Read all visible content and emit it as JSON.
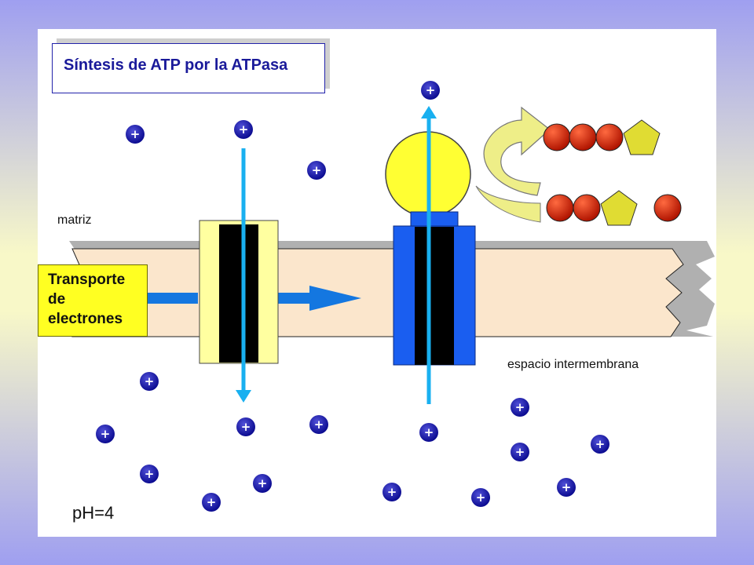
{
  "title": "Síntesis de ATP por la ATPasa",
  "labels": {
    "matrix": "matriz",
    "intermembrane": "espacio intermembrana",
    "transport_line1": "Transporte",
    "transport_line2": "de",
    "transport_line3": "electrones",
    "ph": "pH=4"
  },
  "proton_glyph": "+",
  "colors": {
    "membrane": "#fbe6cc",
    "proton": "#1a1aa8",
    "arrow": "#19b0f0",
    "electron_arrow": "#1477e0",
    "complex_fill": "#ffffa0",
    "atpase_blue": "#1a5ef0",
    "f1_head": "#ffff33",
    "phosphate": "#d02000",
    "ribose": "#e0dc33"
  }
}
